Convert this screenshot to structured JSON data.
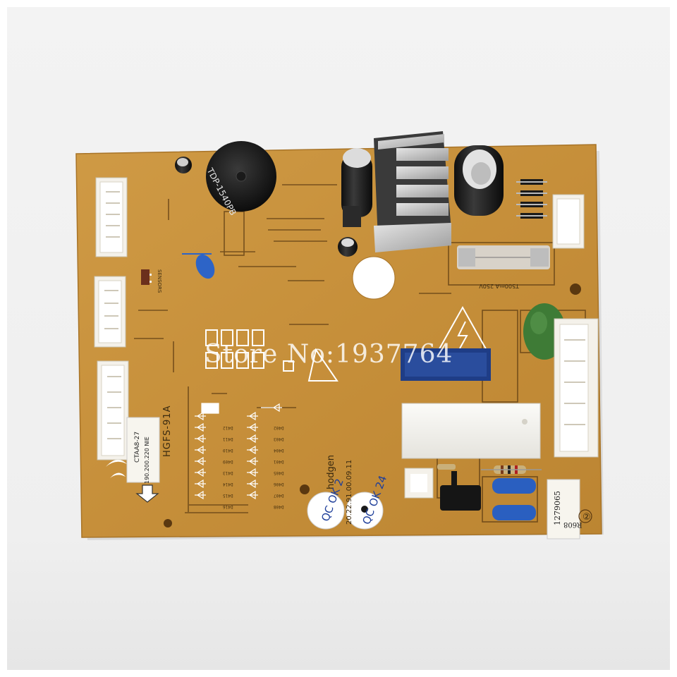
{
  "watermark": "Store No:1937764",
  "buzzer_label": "TDP-1540PB",
  "board_model": "HGFS-91A",
  "board_brand": "hodgen",
  "board_part_code": "20.22.91.00.09.11",
  "fuse_label": "T500mA 250V",
  "sensor_label": "SENSORS",
  "sticker_left": {
    "line1": "CTAA8-27",
    "line2": "190.200.220 NIE"
  },
  "sticker_right": {
    "line1": "1279065",
    "line2": "R608"
  },
  "qc_stickers": [
    "QC OK 2",
    "QC OK 24"
  ],
  "circle_mark": "②",
  "diode_labels": [
    "D412",
    "D411",
    "D410",
    "D409",
    "D413",
    "D414",
    "D415",
    "D416",
    "D402",
    "D403",
    "D404",
    "D401",
    "D405",
    "D406",
    "D407",
    "D408"
  ],
  "colors": {
    "pcb": "#c8923d",
    "pcb_dark": "#b57d2c",
    "connector": "#f4f1ea",
    "backdrop": "#f1f1f1",
    "heatsink": "#bfbfbf",
    "capacitor_blue": "#2a5fc0",
    "capacitor_green": "#3f7a35"
  }
}
